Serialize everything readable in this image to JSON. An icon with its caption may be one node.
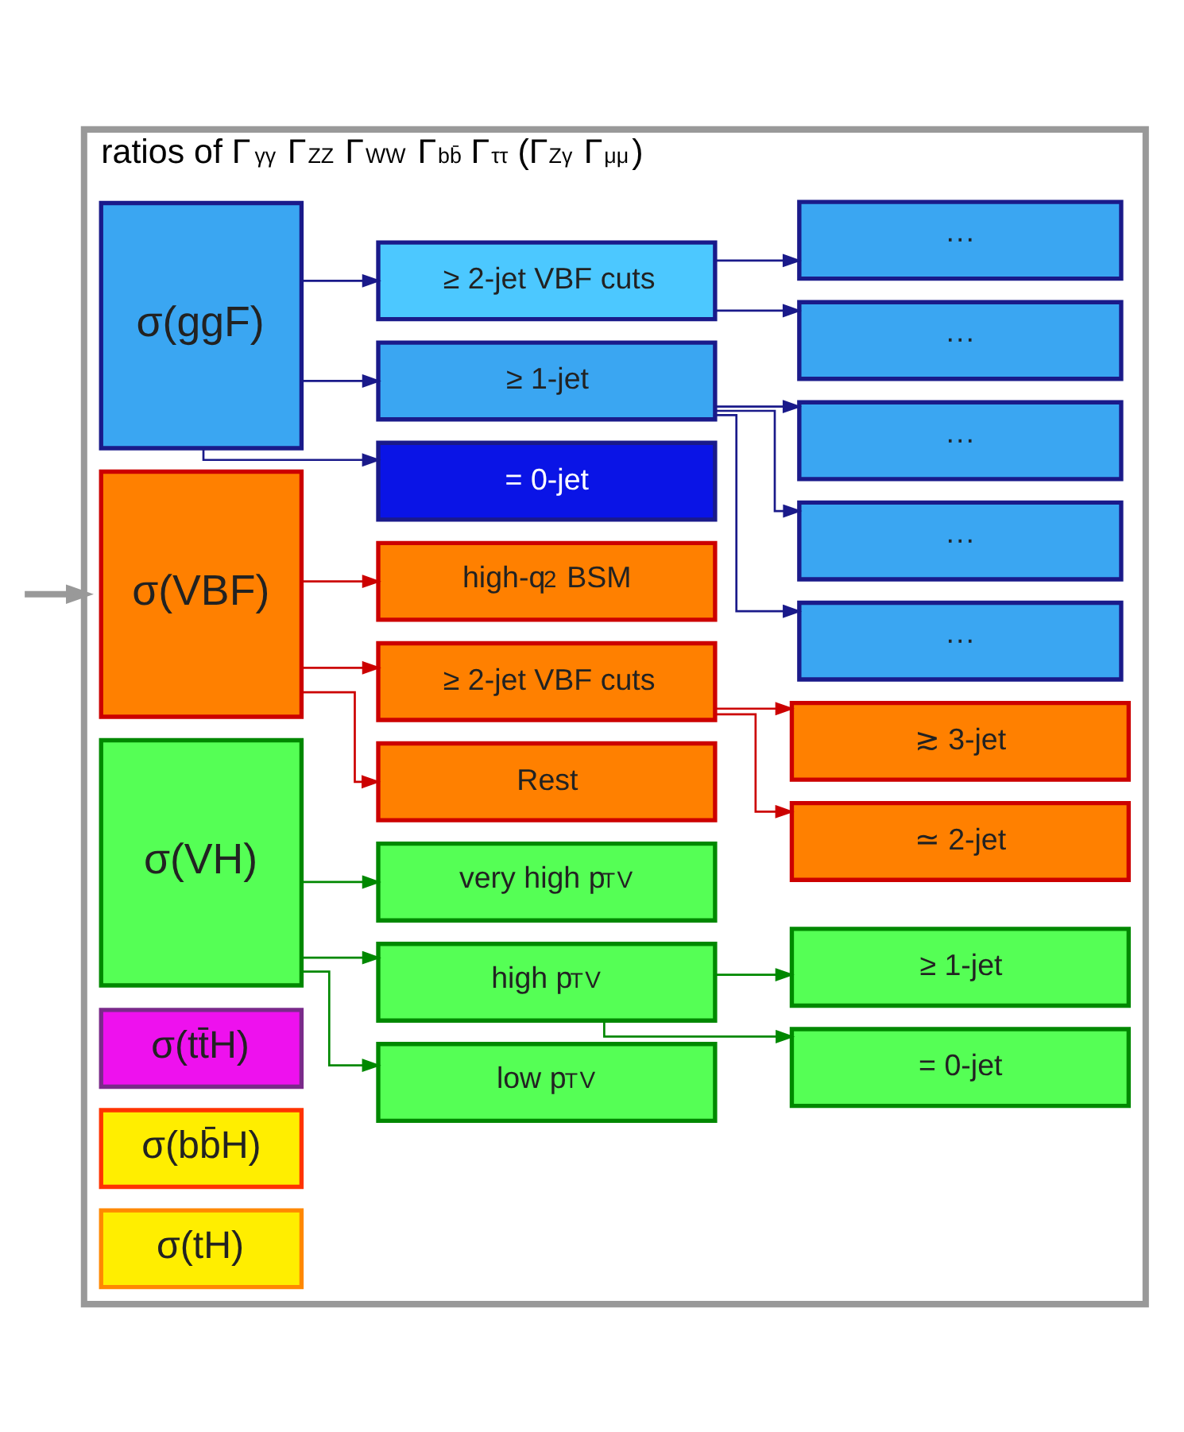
{
  "diagram": {
    "nodes": [
      {
        "text": [
          "ratios of Γ$_{γγ}$ Γ$_{ZZ}$ Γ$_{WW}$ Γ$_{bb̄}$ Γ$_{ττ}$ (Γ$_{Zγ}$ Γ$_{μμ}$)"
        ]
      },
      {
        "text": [
          "σ(ggF)"
        ],
        "in": 0
      },
      {
        "text": [
          "= 0-jet"
        ],
        "in": 0
      },
      {
        "text": [
          "≥ 1-jet"
        ],
        "in": 0
      },
      {
        "text": [
          "≥ 2-jet VBF cuts"
        ],
        "in": 0
      },
      {
        "text": [
          "···"
        ],
        "in": 0
      },
      {
        "text": [
          "···"
        ],
        "in": 0
      },
      {
        "text": [
          "···"
        ],
        "in": 0
      },
      {
        "text": [
          "···"
        ],
        "in": 0
      },
      {
        "text": [
          "···"
        ],
        "in": 0
      },
      {
        "text": [
          "σ(VBF)"
        ],
        "in": 0
      },
      {
        "text": [
          "Rest"
        ],
        "in": 0
      },
      {
        "text": [
          "≥ 2-jet VBF cuts"
        ],
        "in": 0
      },
      {
        "text": [
          "high-q$^{2}$ BSM"
        ],
        "in": 0
      },
      {
        "text": [
          "≃ 2-jet"
        ],
        "in": 0
      },
      {
        "text": [
          "≳ 3-jet"
        ],
        "in": 0
      },
      {
        "text": [
          "σ(VH)"
        ],
        "in": 0
      },
      {
        "text": [
          "low p$_{T}$$^{V}$"
        ],
        "in": 0
      },
      {
        "text": [
          "high p$_{T}$$^{V}$"
        ],
        "in": 0
      },
      {
        "text": [
          "very high p$_{T}$$^{V}$"
        ],
        "in": 0
      },
      {
        "text": [
          "= 0-jet"
        ],
        "in": 0
      },
      {
        "text": [
          "≥ 1-jet"
        ],
        "in": 0
      },
      {
        "text": [
          "σ(tt̄H)"
        ],
        "in": 0
      },
      {
        "text": [
          "σ(bb̄H)"
        ],
        "in": 0
      },
      {
        "text": [
          "σ(tH)"
        ],
        "in": 0
      }
    ],
    "edges": [
      {
        "from": null,
        "to": 0,
        "arrow": "to",
        "color": "#999999",
        "style": "thick"
      },
      {
        "from": 1,
        "to": 2,
        "arrow": "to"
      },
      {
        "from": 1,
        "to": 3,
        "arrow": "to"
      },
      {
        "from": 1,
        "to": 4,
        "arrow": "to"
      },
      {
        "from": 3,
        "to": 5,
        "arrow": "to"
      },
      {
        "from": 3,
        "to": 6,
        "arrow": "to"
      },
      {
        "from": 3,
        "to": 7,
        "arrow": "to"
      },
      {
        "from": 4,
        "to": 8,
        "arrow": "to"
      },
      {
        "from": 4,
        "to": 9,
        "arrow": "to"
      },
      {
        "from": 10,
        "to": 11,
        "arrow": "to",
        "color": "#cc0000"
      },
      {
        "from": 10,
        "to": 12,
        "arrow": "to",
        "color": "#cc0000"
      },
      {
        "from": 10,
        "to": 13,
        "arrow": "to",
        "color": "#cc0000"
      },
      {
        "from": 12,
        "to": 14,
        "arrow": "to",
        "color": "#cc0000"
      },
      {
        "from": 12,
        "to": 15,
        "arrow": "to",
        "color": "#cc0000"
      },
      {
        "from": 16,
        "to": 17,
        "arrow": "to",
        "color": "#008800"
      },
      {
        "from": 16,
        "to": 18,
        "arrow": "to",
        "color": "#008800"
      },
      {
        "from": 16,
        "to": 19,
        "arrow": "to",
        "color": "#008800"
      },
      {
        "from": 18,
        "to": 20,
        "arrow": "to",
        "color": "#008800"
      },
      {
        "from": 18,
        "to": 21,
        "arrow": "to",
        "color": "#008800"
      }
    ]
  }
}
